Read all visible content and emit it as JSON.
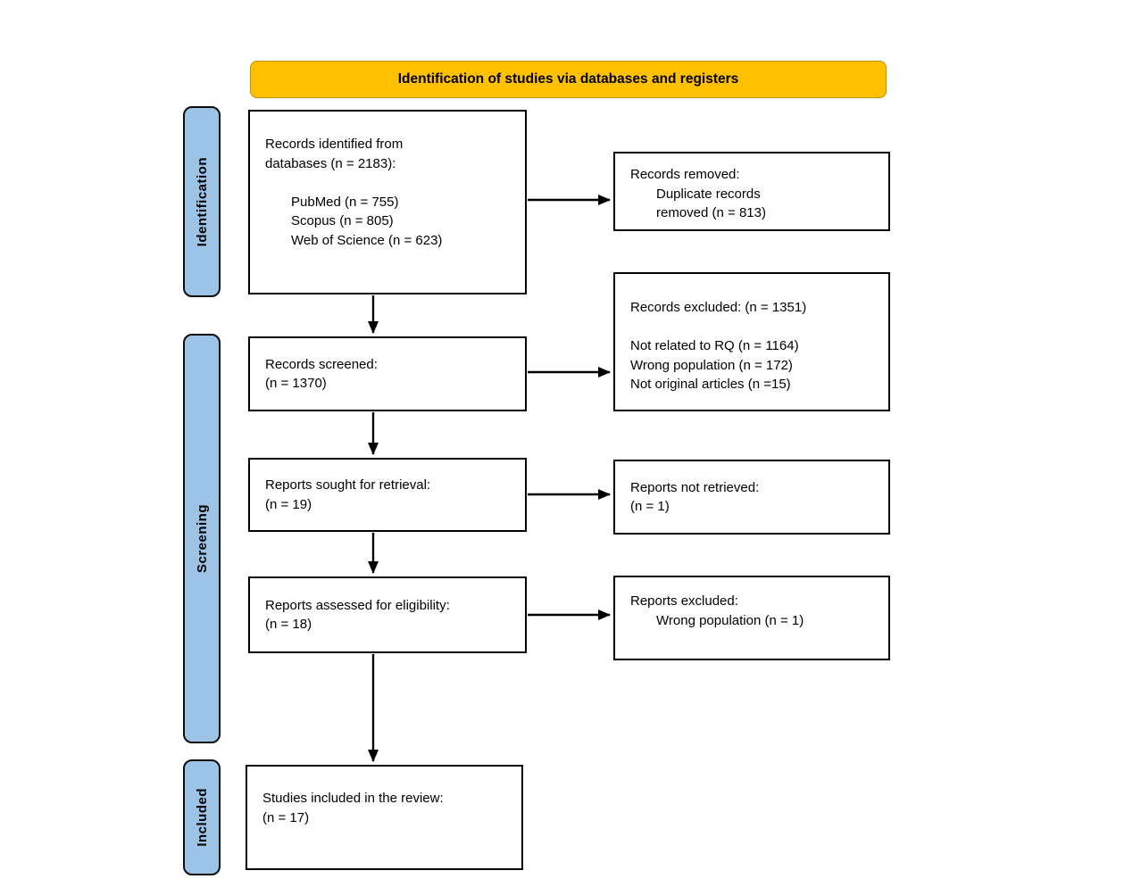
{
  "colors": {
    "header_bg": "#FFC000",
    "header_border": "#BF9000",
    "stage_bg": "#9DC3E6",
    "box_border": "#000000",
    "arrow": "#000000"
  },
  "header": {
    "title": "Identification of studies via databases and registers"
  },
  "stages": {
    "identification": "Identification",
    "screening": "Screening",
    "included": "Included"
  },
  "boxes": {
    "identified": {
      "main": "Records identified from\ndatabases (n = 2183):",
      "items": "PubMed (n = 755)\nScopus (n = 805)\nWeb of Science (n = 623)"
    },
    "removed": {
      "main": "Records removed:",
      "items": "Duplicate records\nremoved (n = 813)"
    },
    "screened": {
      "main": "Records screened:\n(n = 1370)"
    },
    "excluded": {
      "main": "Records excluded: (n = 1351)",
      "items": "Not related to RQ (n = 1164)\nWrong population (n = 172)\nNot original articles (n =15)"
    },
    "sought": {
      "main": "Reports sought for retrieval:\n(n = 19)"
    },
    "not_retrieved": {
      "main": "Reports not retrieved:\n(n = 1)"
    },
    "assessed": {
      "main": "Reports assessed for eligibility:\n(n = 18)"
    },
    "reports_excluded": {
      "main": "Reports excluded:",
      "items": "Wrong population (n = 1)"
    },
    "included": {
      "main": "Studies included in the review:\n(n = 17)"
    }
  }
}
